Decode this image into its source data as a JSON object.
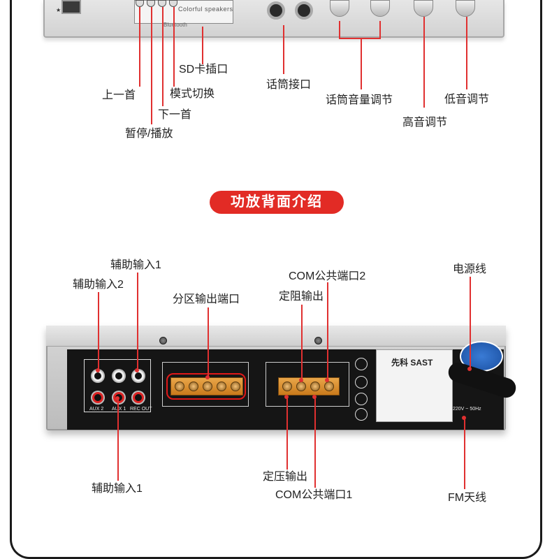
{
  "front_labels": {
    "sd_slot": "SD卡插口",
    "prev_track": "上一首",
    "mode_switch": "模式切换",
    "next_track": "下一首",
    "pause_play": "暂停/播放",
    "mic_jack": "话筒接口",
    "mic_volume": "话筒音量调节",
    "treble": "高音调节",
    "bass": "低音调节"
  },
  "front_panel_text": {
    "display": "Colorful speakers",
    "bluetooth": "Bluetooth"
  },
  "section_title": "功放背面介绍",
  "rear_labels": {
    "aux_in_1_top": "辅助输入1",
    "aux_in_2": "辅助输入2",
    "zone_output": "分区输出端口",
    "com_port_2": "COM公共端口2",
    "fixed_impedance_output": "定阻输出",
    "power_cord": "电源线",
    "aux_in_1_bottom": "辅助输入1",
    "constant_voltage_output": "定压输出",
    "com_port_1": "COM公共端口1",
    "fm_antenna": "FM天线"
  },
  "rear_panel_text": {
    "brand": "先科 SAST",
    "aux2": "AUX 2",
    "aux1": "AUX 1",
    "rec_out": "REC OUT",
    "power_spec": "220V ~ 50Hz"
  },
  "colors": {
    "accent_red": "#e22b25",
    "leader_line": "#e03030"
  }
}
